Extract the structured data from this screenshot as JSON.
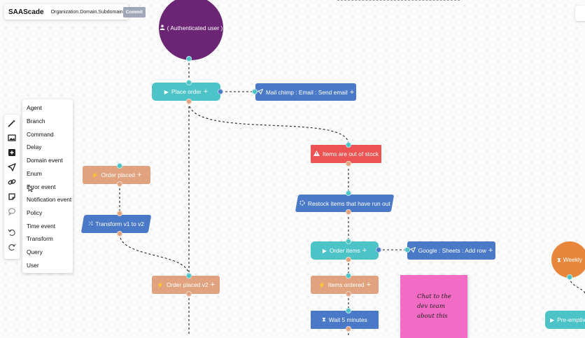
{
  "topbar": {
    "brand": "SAAScade",
    "path": "Organization.Domain.Subdomain",
    "commit_label": "Commit"
  },
  "toolbar": {
    "tools": [
      {
        "icon": "magic-wand-icon"
      },
      {
        "icon": "image-icon"
      },
      {
        "icon": "add-square-icon"
      },
      {
        "icon": "send-icon"
      },
      {
        "icon": "link-icon"
      },
      {
        "icon": "sticky-note-icon"
      },
      {
        "icon": "comment-icon"
      },
      {
        "icon": "undo-icon"
      },
      {
        "icon": "redo-icon"
      }
    ]
  },
  "menu": {
    "items": [
      {
        "label": "Agent"
      },
      {
        "label": "Branch"
      },
      {
        "label": "Command"
      },
      {
        "label": "Delay"
      },
      {
        "label": "Domain event"
      },
      {
        "label": "Enum"
      },
      {
        "label": "Error event"
      },
      {
        "label": "Notification event"
      },
      {
        "label": "Policy"
      },
      {
        "label": "Time event"
      },
      {
        "label": "Transform"
      },
      {
        "label": "Query"
      },
      {
        "label": "User"
      }
    ]
  },
  "nodes": {
    "authenticated_user": {
      "label": "( Authenticated user )",
      "icon": "user-icon"
    },
    "place_order": {
      "label": "Place order",
      "icon": "play-icon",
      "suffix": "+"
    },
    "mailchimp": {
      "label": "Mail chimp : Email : Send email",
      "icon": "send-icon",
      "suffix": "+"
    },
    "items_out_of_stock": {
      "label": "Items are out of stock",
      "icon": "warning-icon"
    },
    "order_placed": {
      "label": "Order placed",
      "icon": "bolt-icon",
      "suffix": "+"
    },
    "transform": {
      "label": "Transform v1 to v2",
      "icon": "shuffle-icon"
    },
    "restock": {
      "label": "Restock items that have run out",
      "icon": "spinner-icon"
    },
    "order_items": {
      "label": "Order items",
      "icon": "play-icon",
      "suffix": "+"
    },
    "google_sheets": {
      "label": "Google : Sheets : Add row",
      "icon": "send-icon",
      "suffix": "+"
    },
    "weekly": {
      "label": "Weekly",
      "icon": "hourglass-icon"
    },
    "order_placed_v2": {
      "label": "Order placed v2",
      "icon": "bolt-icon",
      "suffix": "+"
    },
    "items_ordered": {
      "label": "Items ordered",
      "icon": "bolt-icon",
      "suffix": "+"
    },
    "wait": {
      "label": "Wait 5 minutes",
      "icon": "hourglass-icon"
    },
    "pre_emptive": {
      "label": "Pre-emptive",
      "icon": "play-icon"
    }
  },
  "sticky_note": {
    "text": "Chat to the dev team about this"
  },
  "colors": {
    "teal": "#4cc3c6",
    "blue": "#4a79c7",
    "orange": "#e1a37f",
    "red": "#ec5454",
    "purple": "#6b2574",
    "weekly": "#e8873b",
    "sticky": "#f26bc4"
  }
}
